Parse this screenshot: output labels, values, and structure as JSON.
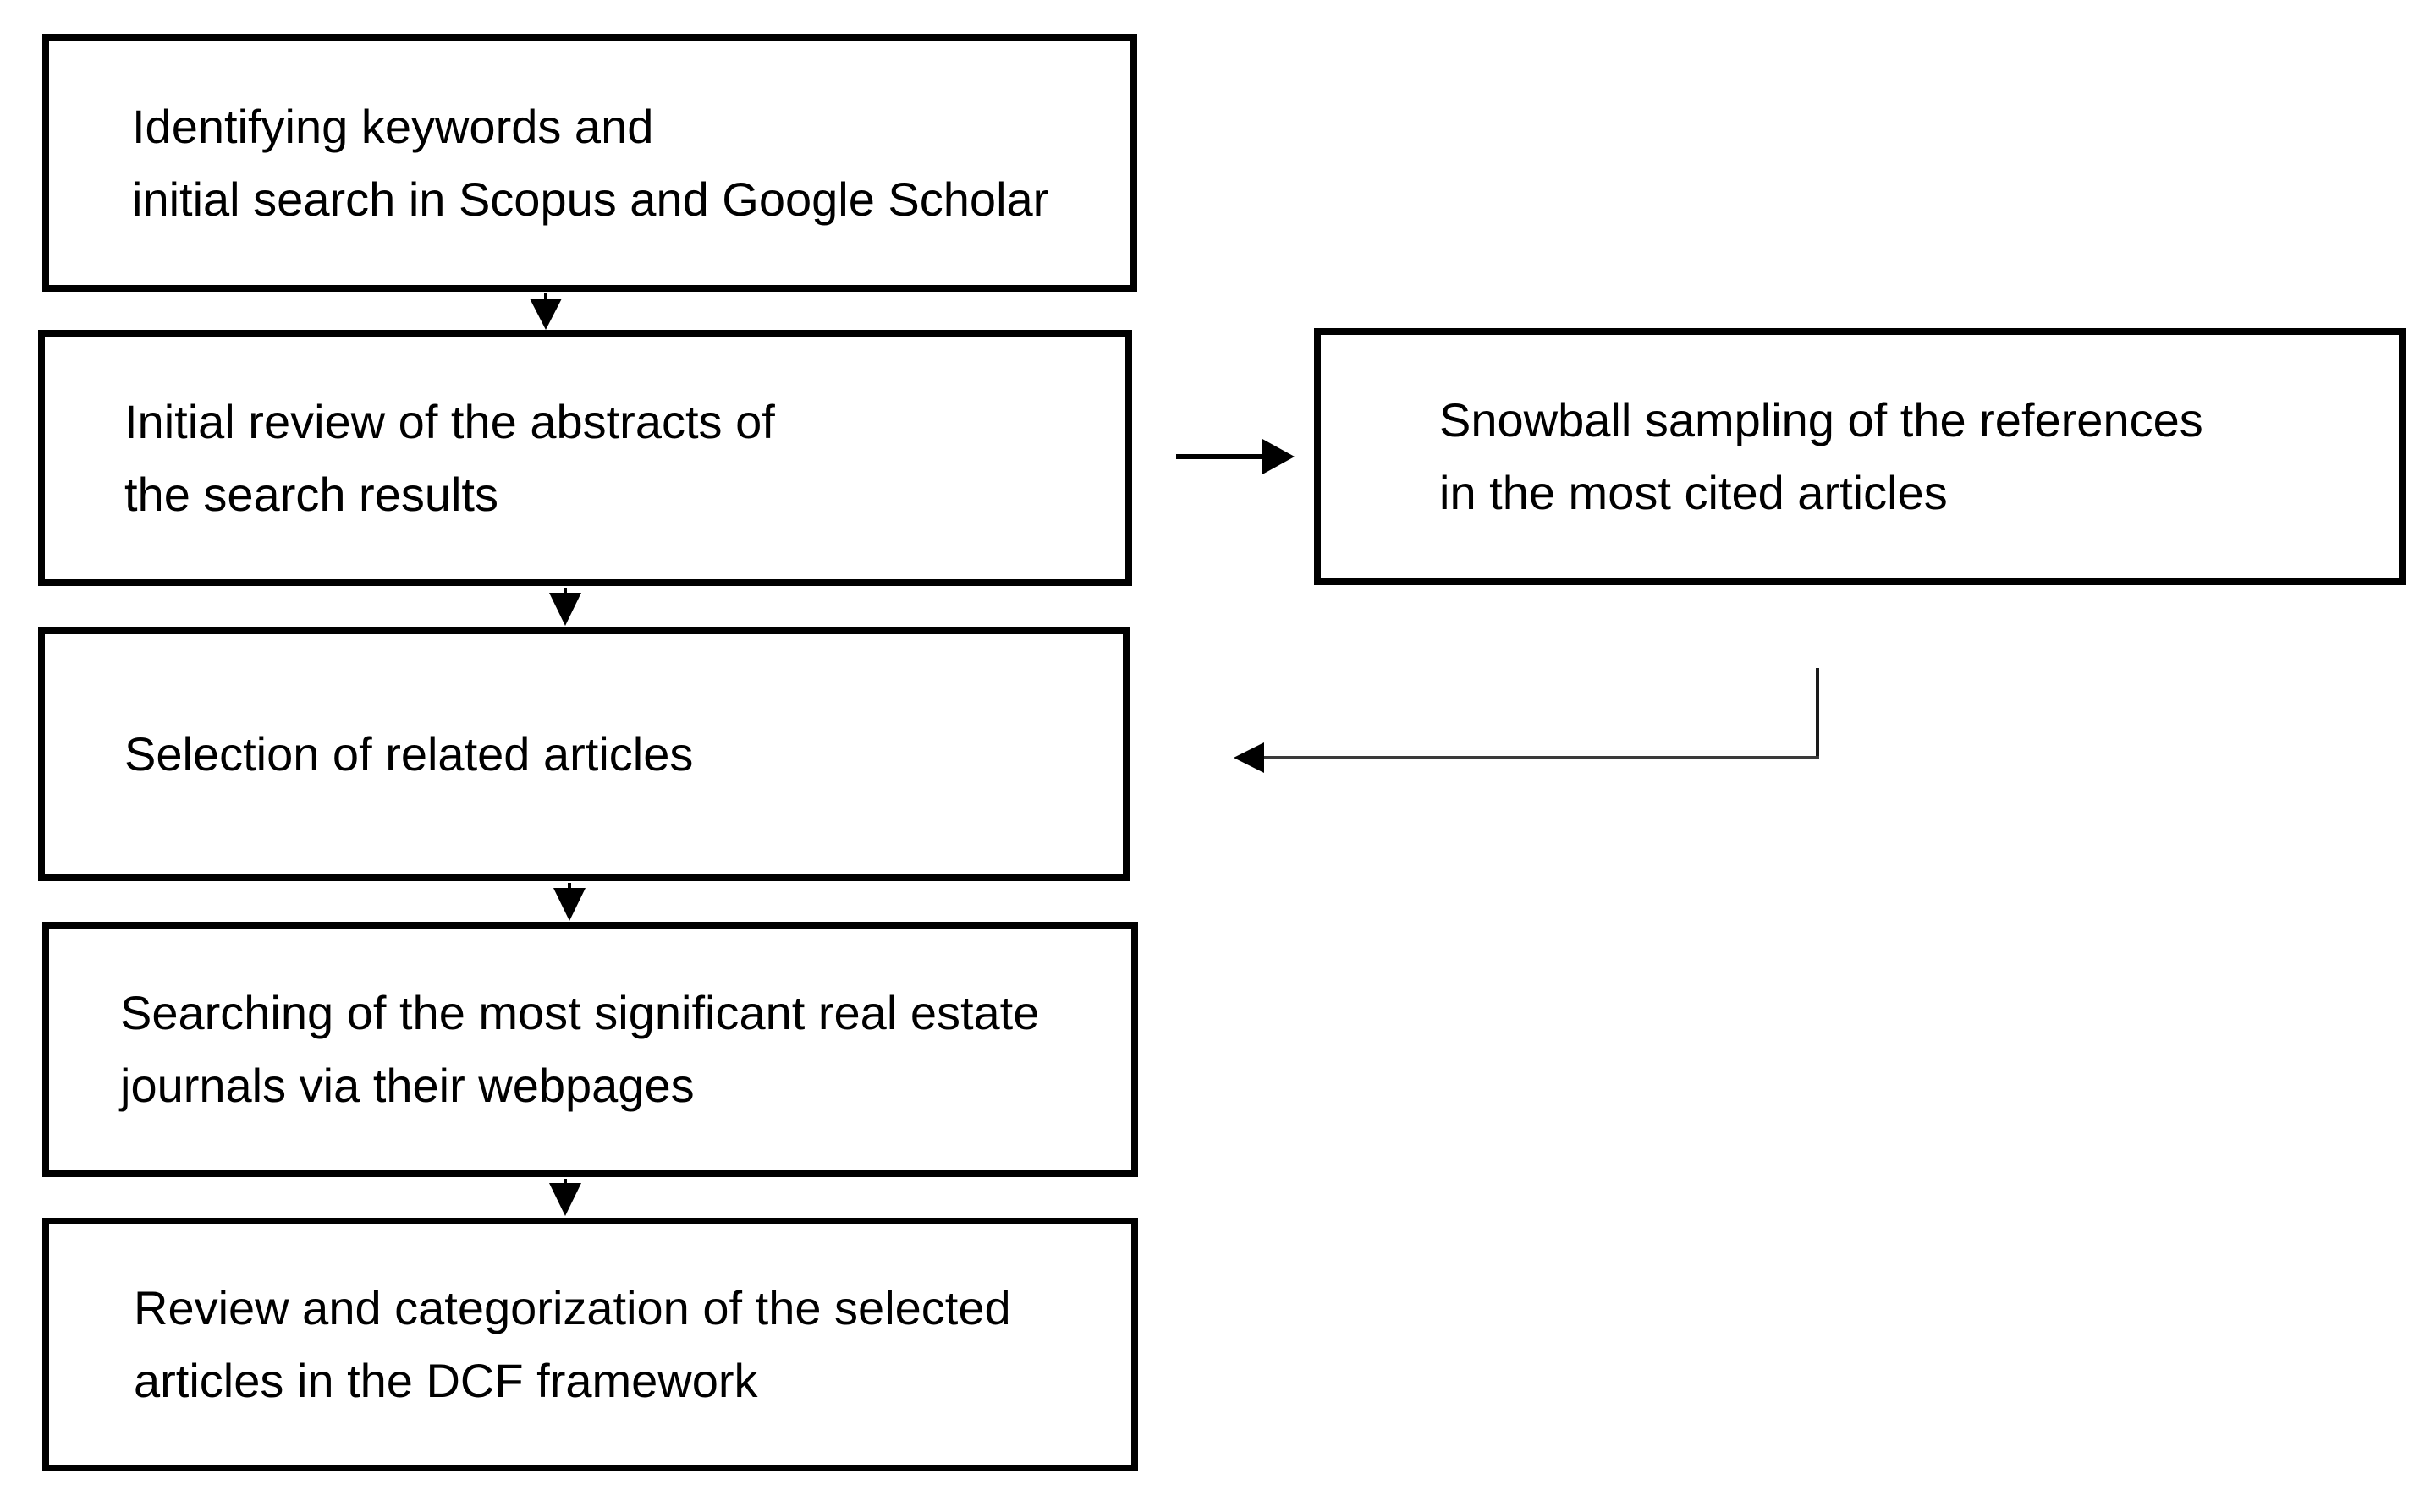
{
  "diagram": {
    "background_color": "#ffffff",
    "box_border_color": "#000000",
    "text_color": "#000000",
    "nodes": [
      {
        "id": "keywords-search",
        "lines": [
          "Identifying keywords and",
          "initial search in Scopus and Google Scholar"
        ]
      },
      {
        "id": "abstract-review",
        "lines": [
          "Initial review of the abstracts of",
          "the search results"
        ]
      },
      {
        "id": "snowball-sampling",
        "lines": [
          "Snowball sampling of the references",
          "in the most cited articles"
        ]
      },
      {
        "id": "article-selection",
        "lines": [
          "Selection of related articles"
        ]
      },
      {
        "id": "journal-search",
        "lines": [
          "Searching of the most significant real estate",
          "journals via their webpages"
        ]
      },
      {
        "id": "review-categorization",
        "lines": [
          "Review and categorization of the selected",
          "articles in the DCF framework"
        ]
      }
    ],
    "edges": [
      {
        "from": "keywords-search",
        "to": "abstract-review",
        "direction": "down"
      },
      {
        "from": "abstract-review",
        "to": "snowball-sampling",
        "direction": "right"
      },
      {
        "from": "abstract-review",
        "to": "article-selection",
        "direction": "down"
      },
      {
        "from": "snowball-sampling",
        "to": "article-selection",
        "direction": "down-then-left"
      },
      {
        "from": "article-selection",
        "to": "journal-search",
        "direction": "down"
      },
      {
        "from": "journal-search",
        "to": "review-categorization",
        "direction": "down"
      }
    ]
  }
}
